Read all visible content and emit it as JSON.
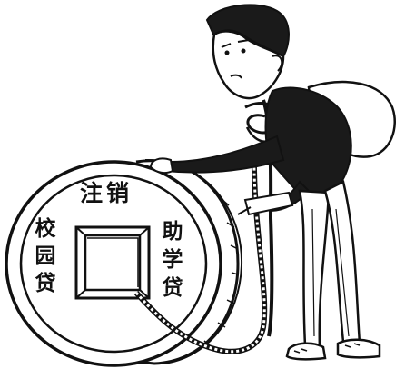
{
  "coin": {
    "top_text": "注销",
    "left_text": "校\n园\n贷",
    "right_text": "助\n学\n贷"
  },
  "colors": {
    "ink": "#111111",
    "paper": "#ffffff",
    "shade": "#1a1a1a"
  },
  "icons": {
    "coin": "ancient-square-hole-coin",
    "rope": "noose-rope",
    "figure": "worried-student-figure"
  }
}
